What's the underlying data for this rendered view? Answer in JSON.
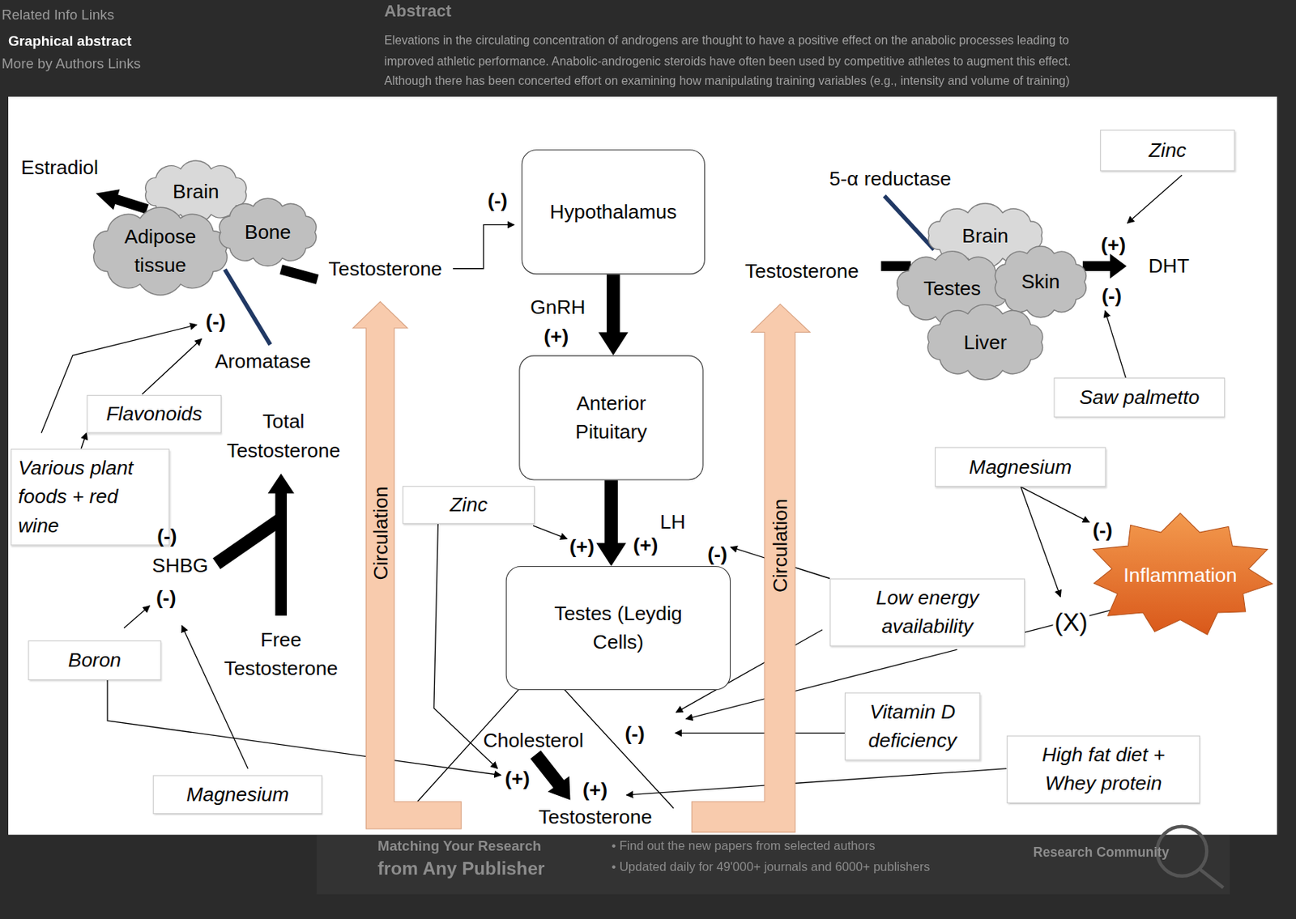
{
  "diagram": {
    "nodes": [
      {
        "text": [
          "Hypothalamus"
        ]
      },
      {
        "text": [
          "Anterior Pituitary"
        ]
      },
      {
        "text": [
          "Testes (Leydig Cells)"
        ]
      },
      {
        "text": [
          "Brain"
        ]
      },
      {
        "text": [
          "Adipose tissue"
        ]
      },
      {
        "text": [
          "Bone"
        ]
      },
      {
        "text": [
          "Brain"
        ]
      },
      {
        "text": [
          "Testes"
        ]
      },
      {
        "text": [
          "Skin"
        ]
      },
      {
        "text": [
          "Liver"
        ]
      },
      {
        "text": [
          "Circulation"
        ]
      },
      {
        "text": [
          "Circulation"
        ]
      },
      {
        "text": [
          "Zinc"
        ]
      },
      {
        "text": [
          "Flavonoids"
        ]
      },
      {
        "text": [
          "Various plant foods + red wine"
        ]
      },
      {
        "text": [
          "Saw palmetto"
        ]
      },
      {
        "text": [
          "Magnesium"
        ]
      },
      {
        "text": [
          "Zinc"
        ]
      },
      {
        "text": [
          "Inflammation"
        ]
      },
      {
        "text": [
          "Low energy availability"
        ]
      },
      {
        "text": [
          "Boron"
        ]
      },
      {
        "text": [
          "Vitamin D deficiency"
        ]
      },
      {
        "text": [
          "High fat diet + Whey protein"
        ]
      },
      {
        "text": [
          "Magnesium"
        ]
      }
    ],
    "edges": [
      {
        "from": 0,
        "to": 1,
        "label": "GnRH",
        "arrow": "to"
      },
      {
        "from": 1,
        "to": 2,
        "label": "LH",
        "arrow": "to"
      },
      {
        "from": 14,
        "to": 13,
        "arrow": "to"
      }
    ],
    "labels": [
      "Related Info Links",
      "Graphical abstract",
      "More by Authors Links",
      "Abstract",
      "Elevations in the circulating concentration of androgens are thought to have a positive effect on the anabolic processes leading to",
      "improved athletic performance. Anabolic-androgenic steroids have often been used by competitive athletes to augment this effect.",
      "Although there has been concerted effort on examining how manipulating training variables (e.g., intensity and volume of training)",
      "Estradiol",
      "(-)",
      "5-α reductase",
      "(+)",
      "DHT",
      "Testosterone",
      "Testosterone",
      "(-)",
      "(-)",
      "(+)",
      "Aromatase",
      "Total Testosterone",
      "(-)",
      "(+)",
      "(+)",
      "(-)",
      "(-)",
      "SHBG",
      "(-)",
      "(X)",
      "Free Testosterone",
      "(-)",
      "Cholesterol",
      "(+)",
      "(+)",
      "Testosterone",
      "Matching Your Research",
      "from Any Publisher",
      "• Find out the new papers from selected authors",
      "• Updated daily for 49'000+ journals and 6000+ publishers",
      "Research Community"
    ]
  }
}
